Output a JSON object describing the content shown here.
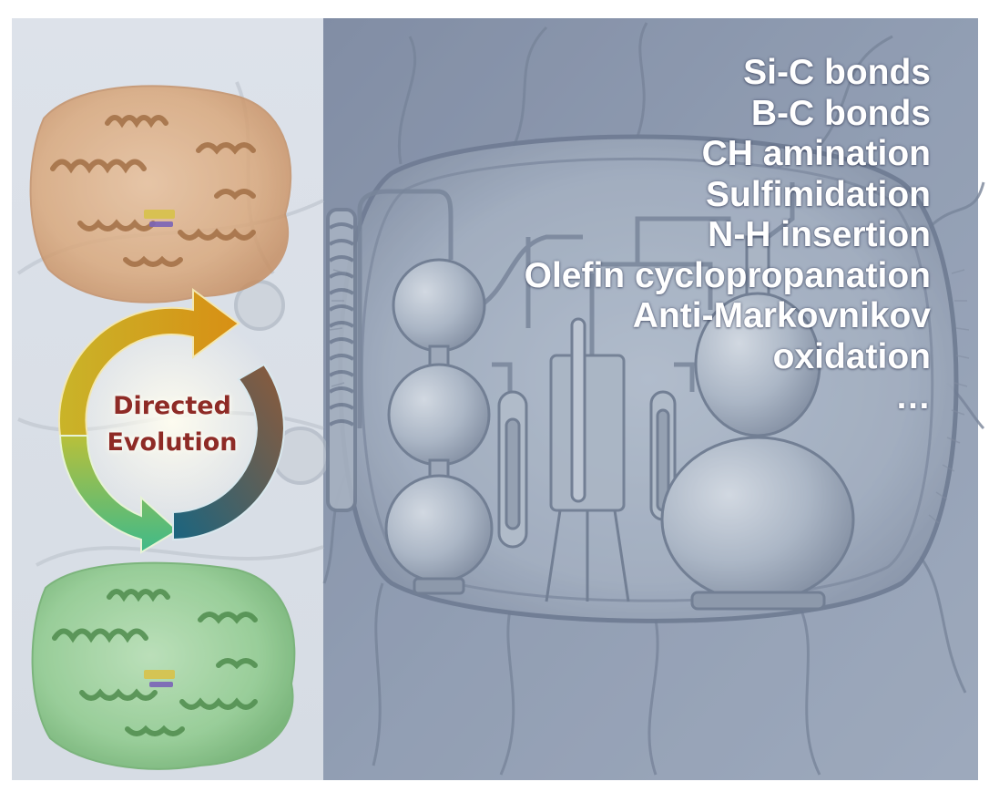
{
  "cycle_label": {
    "line1": "Directed",
    "line2": "Evolution"
  },
  "reactions": [
    "Si-C bonds",
    "B-C bonds",
    "CH amination",
    "Sulfimidation",
    "N-H insertion",
    "Olefin cyclopropanation",
    "Anti-Markovnikov",
    "oxidation",
    "…"
  ],
  "colors": {
    "left_panel": "#dbe0e8",
    "right_panel": "#8b97ad",
    "text": "#ffffff",
    "label": "#8e2b26",
    "protein_top": "#d9a87c",
    "protein_bottom": "#8ecb8c",
    "arrow_top": "#d3a21c",
    "arrow_bottom_left": "#49b784",
    "arrow_bottom_right": "#1d5f7e"
  },
  "icons": {
    "top_protein": "protein-structure-icon",
    "bottom_protein": "protein-structure-icon",
    "cycle": "cycle-arrows-icon",
    "cell": "bacterial-cell-icon"
  }
}
